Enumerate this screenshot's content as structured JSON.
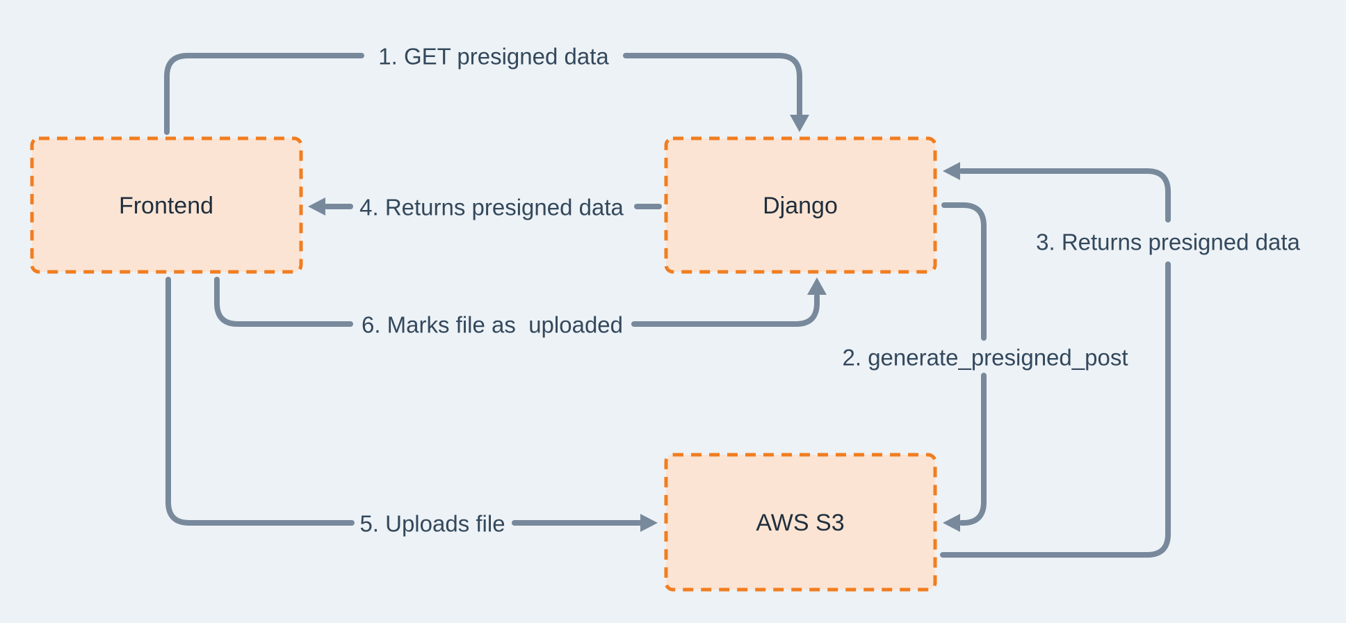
{
  "diagram": {
    "nodes": [
      {
        "id": "frontend",
        "label": "Frontend"
      },
      {
        "id": "django",
        "label": "Django"
      },
      {
        "id": "aws-s3",
        "label": "AWS S3"
      }
    ],
    "edges": [
      {
        "step": "1",
        "from": "frontend",
        "to": "django",
        "label": "1. GET presigned data"
      },
      {
        "step": "2",
        "from": "django",
        "to": "aws-s3",
        "label": "2. generate_presigned_post"
      },
      {
        "step": "3",
        "from": "aws-s3",
        "to": "django",
        "label": "3. Returns presigned data"
      },
      {
        "step": "4",
        "from": "django",
        "to": "frontend",
        "label": "4. Returns presigned data"
      },
      {
        "step": "5",
        "from": "frontend",
        "to": "aws-s3",
        "label": "5. Uploads file"
      },
      {
        "step": "6",
        "from": "frontend",
        "to": "django",
        "label": "6. Marks file as  uploaded"
      }
    ],
    "colors": {
      "background": "#edf2f6",
      "node_fill": "#fbe4d3",
      "node_border": "#f17d20",
      "connector": "#78899c",
      "edge_text": "#33485c",
      "node_text": "#1f2e3d"
    }
  }
}
